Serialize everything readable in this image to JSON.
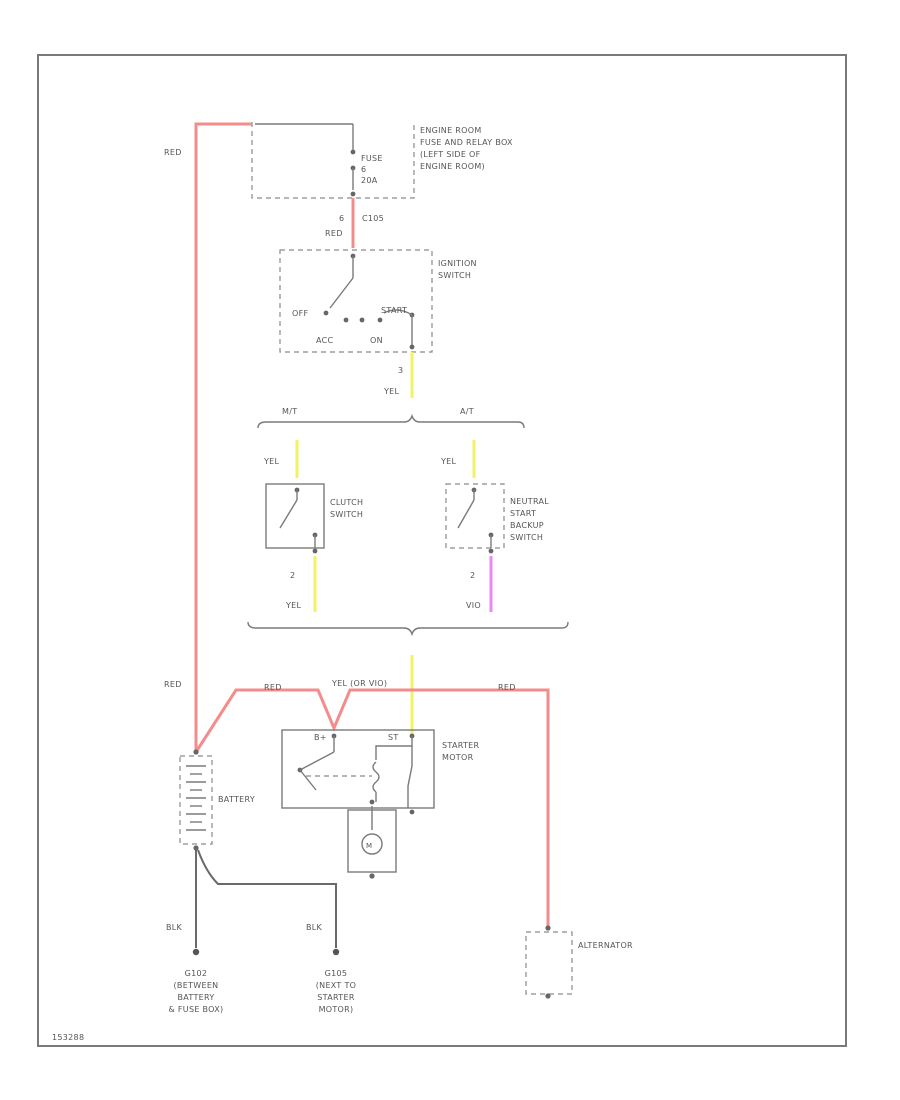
{
  "colors": {
    "red": "#f58c8c",
    "yellow": "#f2f266",
    "violet": "#ea8af0",
    "black": "#6a6a6a"
  },
  "fuse_box": {
    "title": [
      "ENGINE ROOM",
      "FUSE AND RELAY BOX",
      "(LEFT SIDE OF",
      "ENGINE ROOM)"
    ],
    "fuse": [
      "FUSE",
      "6",
      "20A"
    ],
    "connector_pin": "6",
    "connector_id": "C105"
  },
  "ignition": {
    "title": [
      "IGNITION",
      "SWITCH"
    ],
    "off": "OFF",
    "acc": "ACC",
    "on": "ON",
    "start": "START",
    "pin": "3"
  },
  "transmission": {
    "mt": "M/T",
    "at": "A/T"
  },
  "clutch": {
    "title": [
      "CLUTCH",
      "SWITCH"
    ],
    "pin": "2"
  },
  "neutral": {
    "title": [
      "NEUTRAL",
      "START",
      "BACKUP",
      "SWITCH"
    ],
    "pin": "2"
  },
  "battery": {
    "label": "BATTERY"
  },
  "starter": {
    "title": [
      "STARTER",
      "MOTOR"
    ],
    "b_term": "B+",
    "st_term": "ST"
  },
  "alternator": {
    "label": "ALTERNATOR"
  },
  "grounds": {
    "g1": [
      "G102",
      "(BETWEEN",
      "BATTERY",
      "& FUSE BOX)"
    ],
    "g2": [
      "G105",
      "(NEXT TO",
      "STARTER",
      "MOTOR)"
    ]
  },
  "wires": {
    "red": "RED",
    "yel": "YEL",
    "vio": "VIO",
    "blk": "BLK",
    "yel_or_vio": "YEL (OR VIO)"
  },
  "footer_code": "153288"
}
